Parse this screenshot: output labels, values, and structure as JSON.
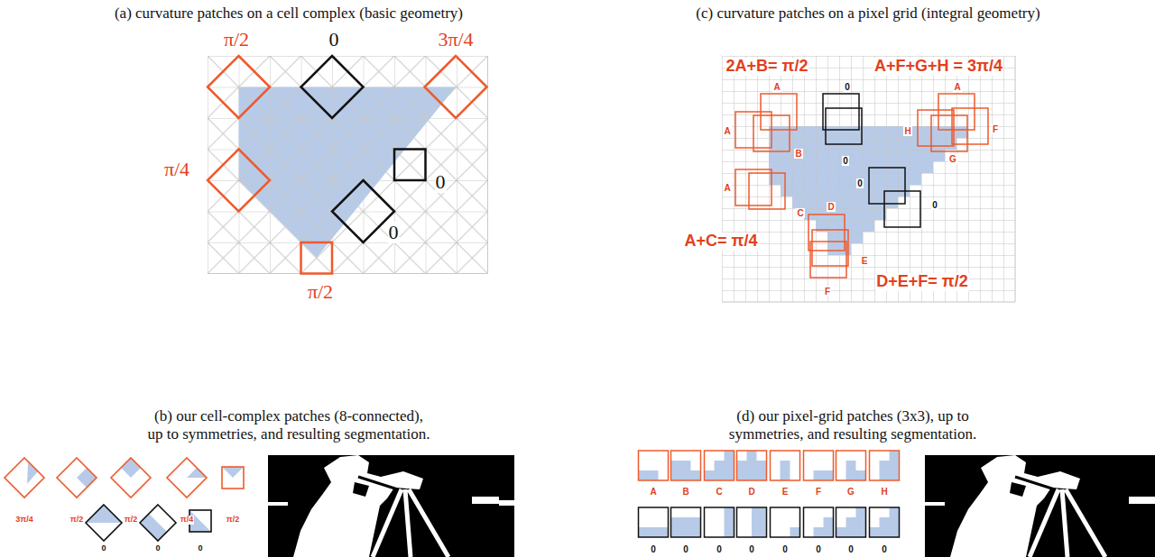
{
  "diagram": {
    "labels": [
      "(a) curvature patches on a cell complex (basic geometry)",
      "(c) curvature patches on a pixel grid (integral geometry)",
      "π/2",
      "0",
      "3π/4",
      "π/4",
      "0",
      "0",
      "π/2",
      "2A+B= π/2",
      "A+F+G+H = 3π/4",
      "A",
      "A",
      "B",
      "0",
      "0",
      "H",
      "A",
      "F",
      "G",
      "0",
      "0",
      "A",
      "C",
      "D",
      "A+C= π/4",
      "E",
      "D+E+F= π/2",
      "F",
      "(b) our cell-complex patches (8-connected), up to symmetries, and resulting segmentation.",
      "(d) our pixel-grid patches (3x3), up to symmetries, and resulting segmentation.",
      "3π/4",
      "π/2",
      "π/2",
      "π/4",
      "π/2",
      "0",
      "0",
      "0",
      "A",
      "B",
      "C",
      "D",
      "E",
      "F",
      "G",
      "H",
      "0",
      "0",
      "0",
      "0",
      "0",
      "0",
      "0",
      "0"
    ]
  }
}
